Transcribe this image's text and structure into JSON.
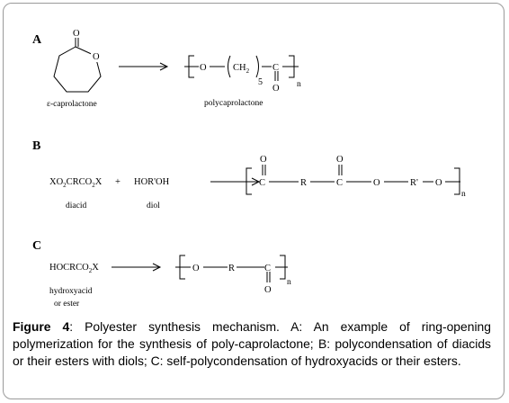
{
  "panels": {
    "A": {
      "letter": "A",
      "monomer_label": "ε-caprolactone",
      "polymer_label": "polycaprolactone",
      "ring_o_carbonyl": "O",
      "ring_o": "O",
      "p_o": "O",
      "p_ch2": "CH",
      "p_ch2_sub": "2",
      "p_five": "5",
      "p_c": "C",
      "p_co": "O",
      "p_n": "n"
    },
    "B": {
      "letter": "B",
      "reactant1_main": "XO",
      "reactant1_sub1": "2",
      "reactant1_mid": "CRCO",
      "reactant1_sub2": "2",
      "reactant1_end": "X",
      "plus": "+",
      "reactant2": "HOR'OH",
      "label1": "diacid",
      "label2": "diol",
      "o1": "O",
      "c1": "C",
      "r": "R",
      "o2": "O",
      "c2": "C",
      "o3": "O",
      "rp": "R'",
      "o4": "O",
      "n": "n"
    },
    "C": {
      "letter": "C",
      "reactant_main": "HOCRCO",
      "reactant_sub": "2",
      "reactant_end": "X",
      "label_line1": "hydroxyacid",
      "label_line2": "or ester",
      "o1": "O",
      "r": "R",
      "c": "C",
      "o2": "O",
      "n": "n"
    }
  },
  "caption": {
    "label": "Figure 4",
    "text": ": Polyester synthesis mechanism. A: An example of ring-opening polymerization for the synthesis of poly-caprolactone; B: polycondensation of diacids or their esters with diols; C: self-polycondensation of hydroxyacids or their esters."
  }
}
